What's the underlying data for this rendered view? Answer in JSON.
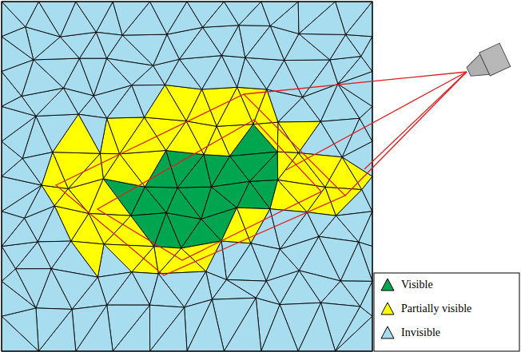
{
  "diagram": {
    "legend": [
      {
        "text": "Visible",
        "color": "#00a550"
      },
      {
        "text": "Partially visible",
        "color": "#ffff00"
      },
      {
        "text": "Invisible",
        "color": "#a8dcef"
      }
    ]
  }
}
